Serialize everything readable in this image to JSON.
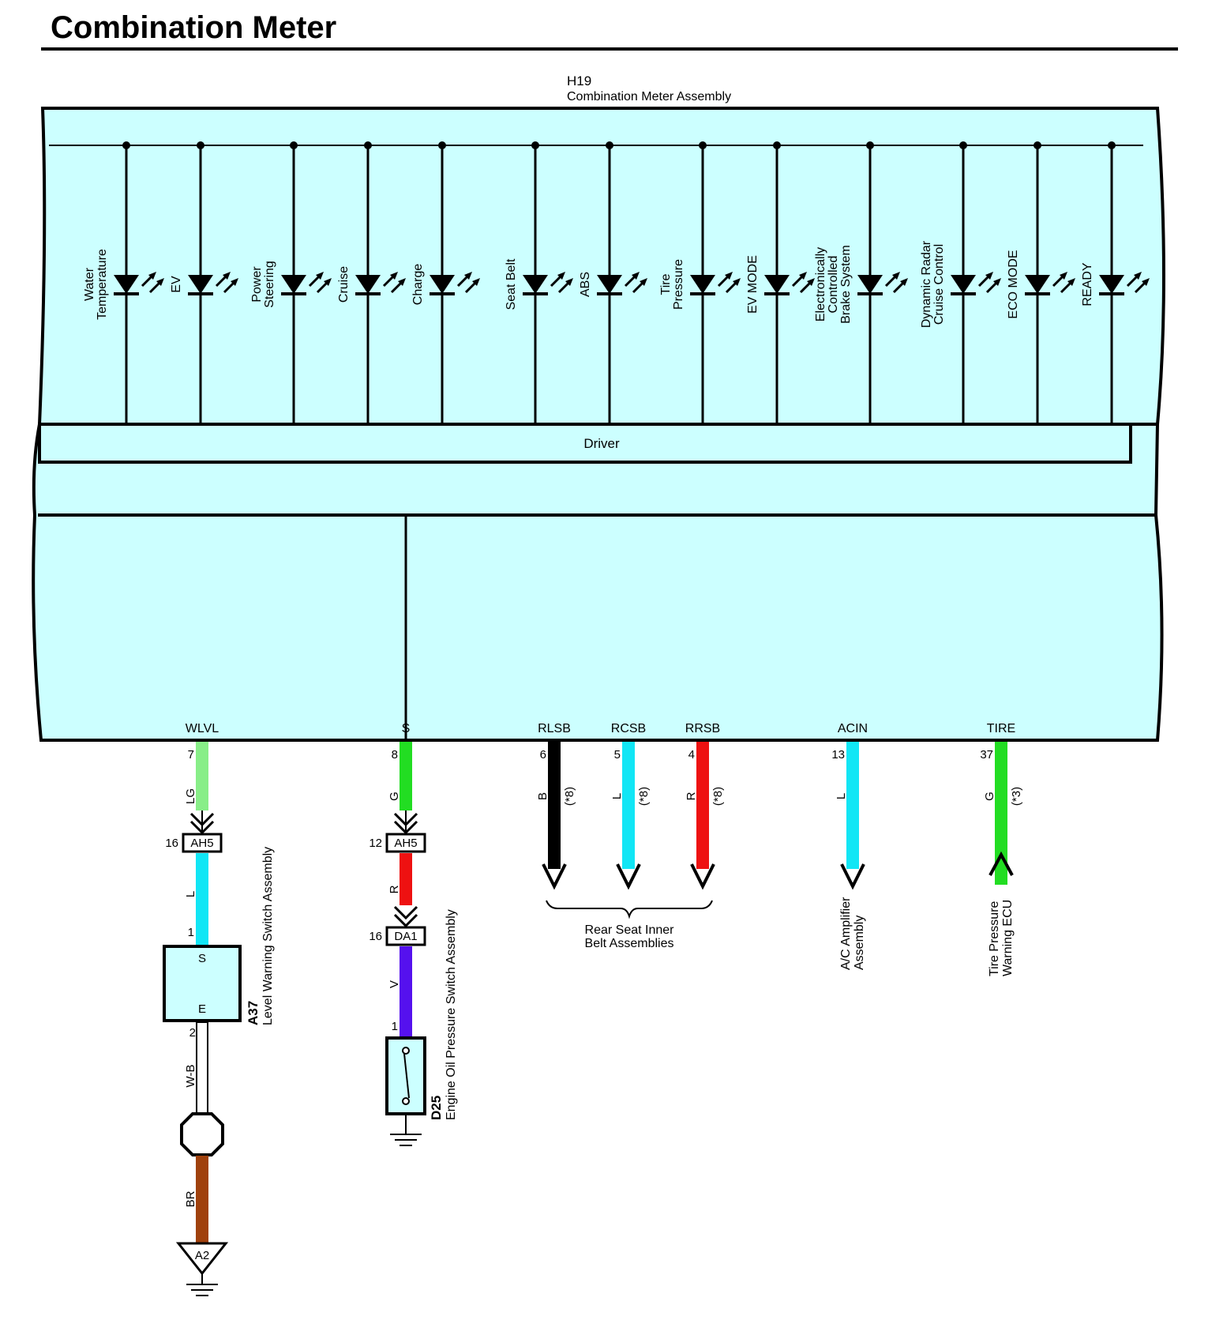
{
  "title": "Combination Meter",
  "assembly": {
    "code": "H19",
    "name": "Combination Meter Assembly"
  },
  "leds": [
    {
      "lines": [
        "Water",
        "Temperature"
      ]
    },
    {
      "lines": [
        "EV"
      ]
    },
    {
      "lines": [
        "Power",
        "Steering"
      ]
    },
    {
      "lines": [
        "Cruise"
      ]
    },
    {
      "lines": [
        "Charge"
      ]
    },
    {
      "lines": [
        "Seat Belt"
      ]
    },
    {
      "lines": [
        "ABS"
      ]
    },
    {
      "lines": [
        "Tire",
        "Pressure"
      ]
    },
    {
      "lines": [
        "EV MODE"
      ]
    },
    {
      "lines": [
        "Electronically",
        "Controlled",
        "Brake System"
      ]
    },
    {
      "lines": [
        "Dynamic Radar",
        "Cruise Control"
      ]
    },
    {
      "lines": [
        "ECO MODE"
      ]
    },
    {
      "lines": [
        "READY"
      ]
    }
  ],
  "driver_label": "Driver",
  "terminals": [
    {
      "name": "WLVL",
      "pin": "7",
      "wire": "LG",
      "color": "#88ee88",
      "note": ""
    },
    {
      "name": "S",
      "pin": "8",
      "wire": "G",
      "color": "#22dd22",
      "note": ""
    },
    {
      "name": "RLSB",
      "pin": "6",
      "wire": "B",
      "color": "#000000",
      "note": "(*8)"
    },
    {
      "name": "RCSB",
      "pin": "5",
      "wire": "L",
      "color": "#11e6f5",
      "note": "(*8)"
    },
    {
      "name": "RRSB",
      "pin": "4",
      "wire": "R",
      "color": "#ee1111",
      "note": "(*8)"
    },
    {
      "name": "ACIN",
      "pin": "13",
      "wire": "L",
      "color": "#11e6f5",
      "note": ""
    },
    {
      "name": "TIRE",
      "pin": "37",
      "wire": "G",
      "color": "#22dd22",
      "note": "(*3)"
    }
  ],
  "wlvl_branch": {
    "junction": {
      "name": "AH5",
      "pin": "16"
    },
    "wire_after": {
      "code": "L",
      "color": "#11e6f5"
    },
    "switch": {
      "code": "A37",
      "name": "Level Warning Switch Assembly",
      "pin_in": "1",
      "pin_out": "2",
      "term_top": "S",
      "term_bottom": "E"
    },
    "wire_ground": {
      "code": "W-B",
      "color": "#ffffff"
    },
    "wire_br": {
      "code": "BR",
      "color": "#a0410d"
    },
    "ground_point": "A2"
  },
  "s_branch": {
    "junction1": {
      "name": "AH5",
      "pin": "12"
    },
    "wire_r": {
      "code": "R",
      "color": "#ee1111"
    },
    "junction2": {
      "name": "DA1",
      "pin": "16"
    },
    "wire_v": {
      "code": "V",
      "color": "#5511ee"
    },
    "switch": {
      "code": "D25",
      "name": "Engine Oil Pressure Switch Assembly",
      "pin": "1"
    }
  },
  "rear_seat_label": [
    "Rear Seat Inner",
    "Belt Assemblies"
  ],
  "ac_label": [
    "A/C Amplifier",
    "Assembly"
  ],
  "tire_label": [
    "Tire Pressure",
    "Warning ECU"
  ]
}
